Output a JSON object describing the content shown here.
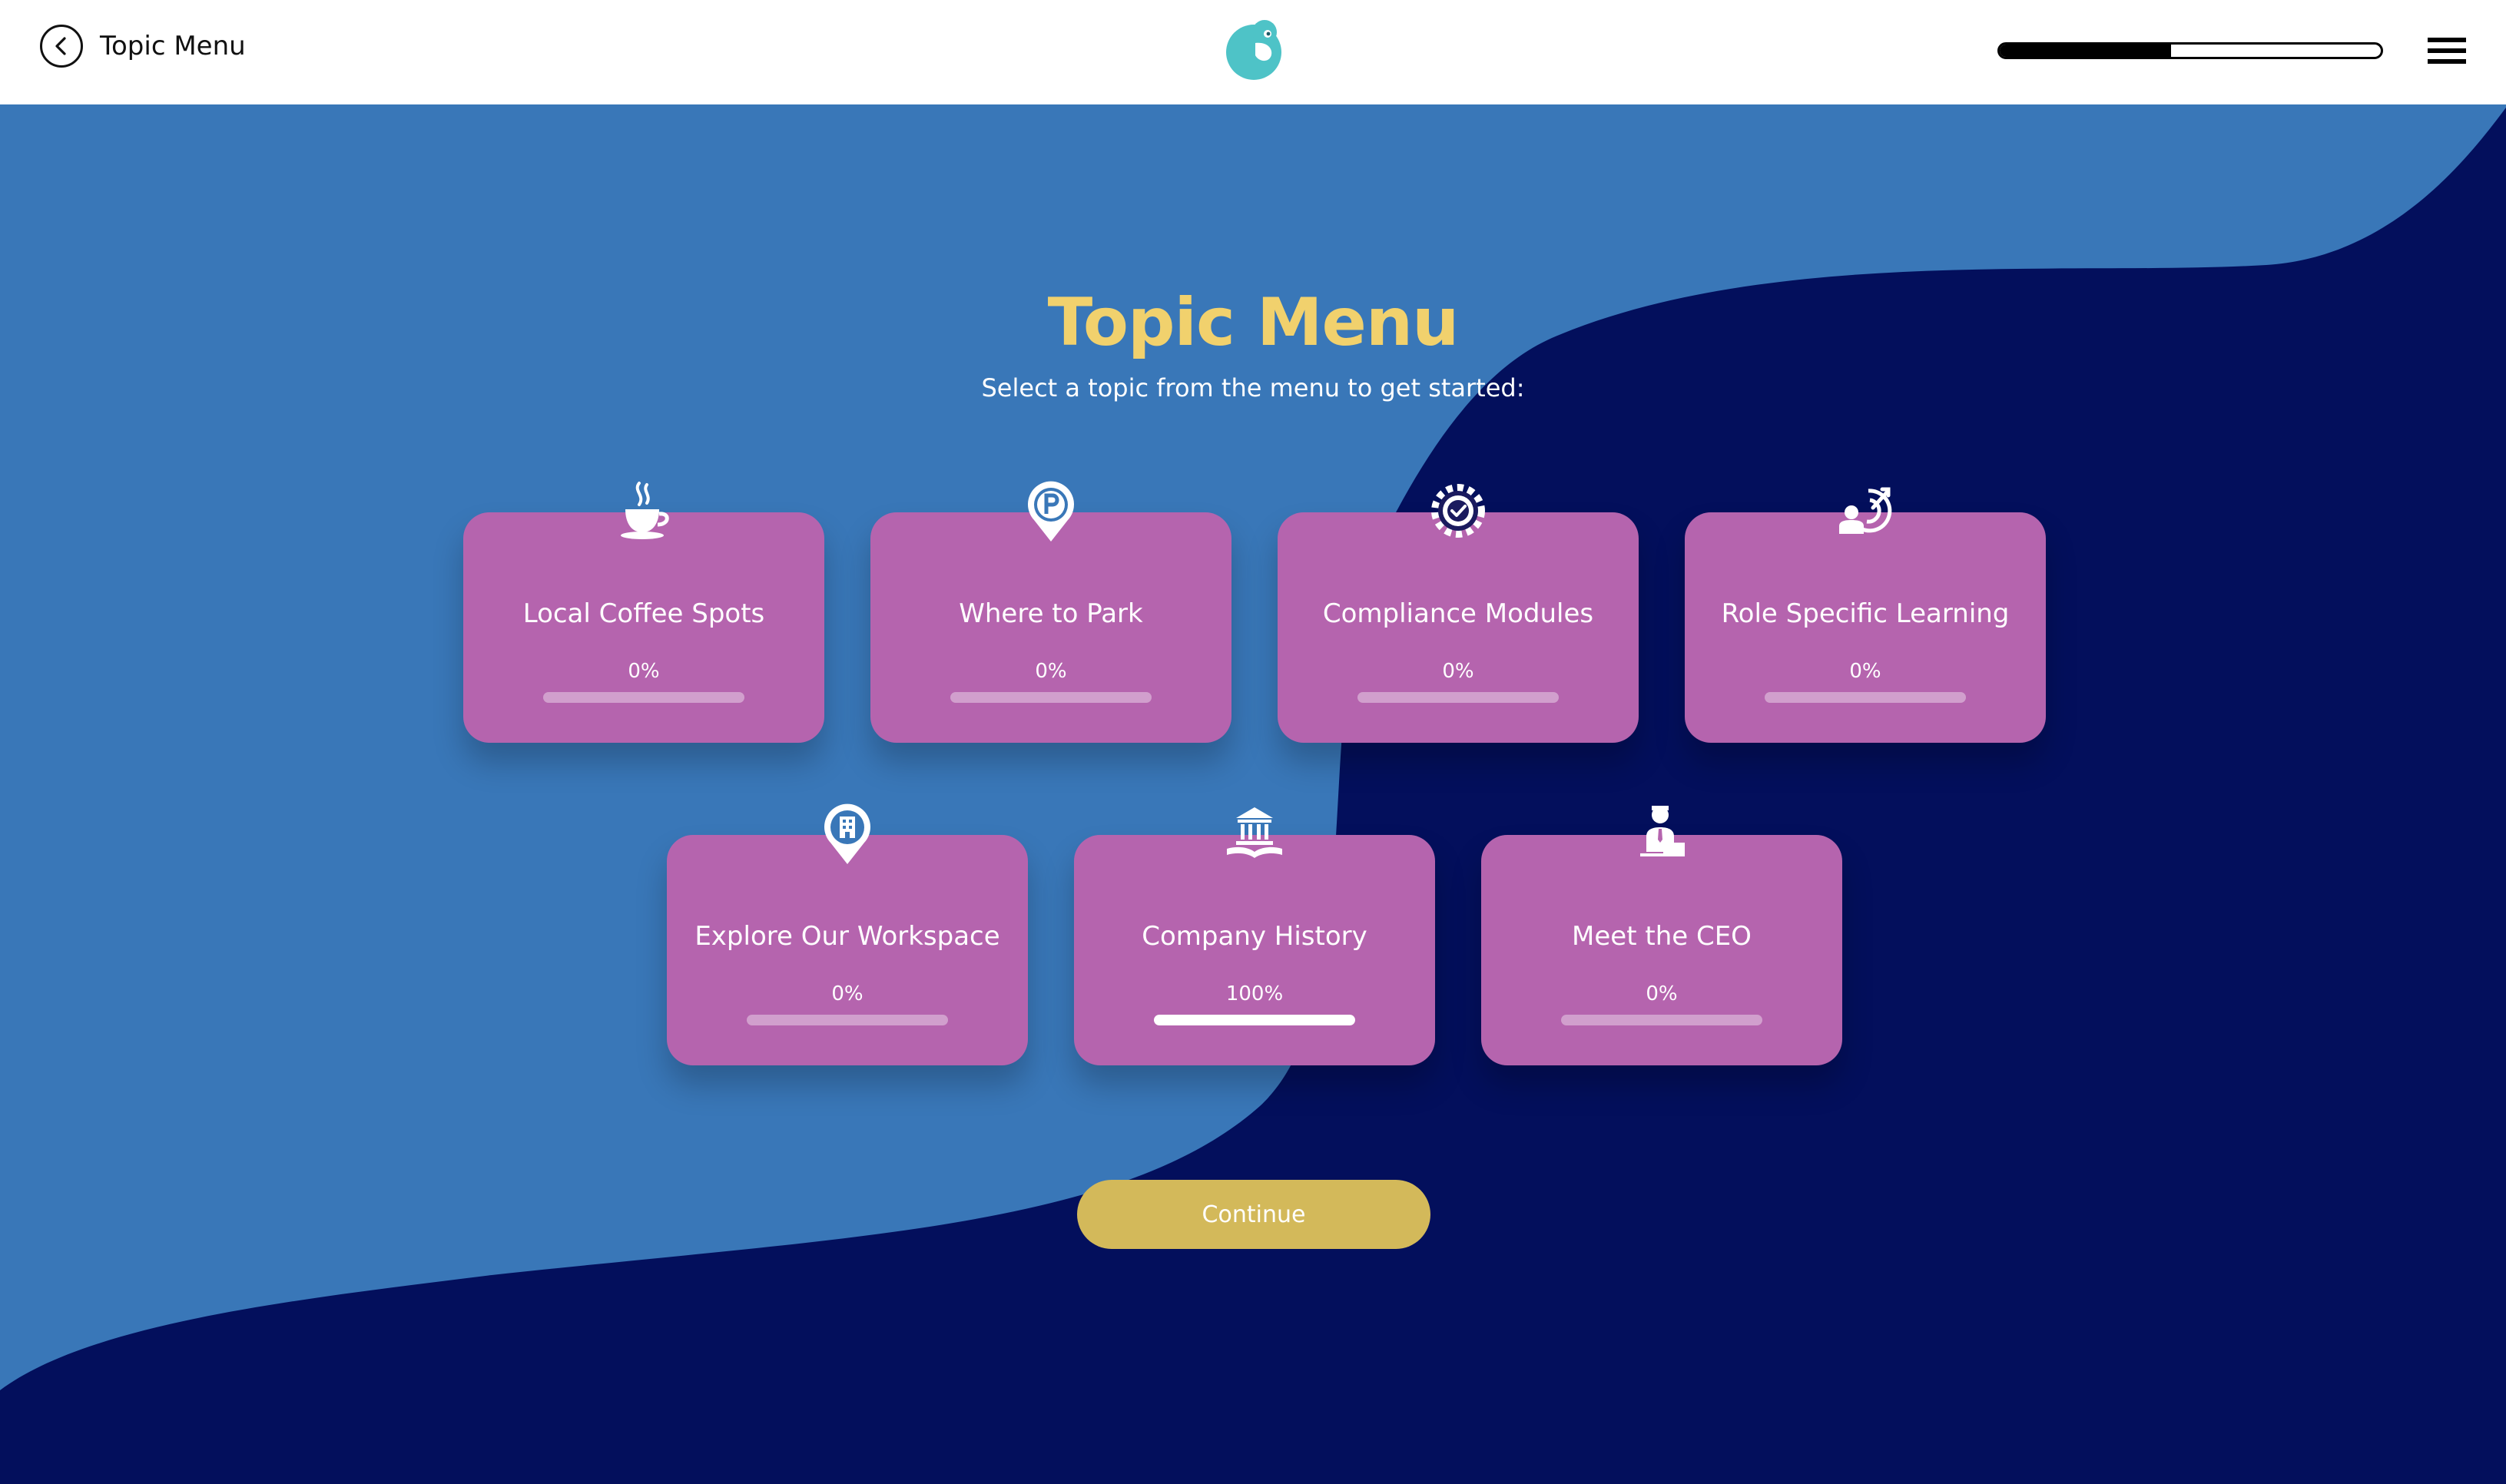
{
  "header": {
    "back_label": "Topic Menu",
    "course_progress": 0.45
  },
  "main": {
    "title": "Topic Menu",
    "subtitle": "Select a topic from the menu to get started:",
    "continue_label": "Continue"
  },
  "topics": [
    {
      "title": "Local Coffee Spots",
      "progress_label": "0%",
      "progress": 0,
      "icon": "coffee-cup-icon"
    },
    {
      "title": "Where to Park",
      "progress_label": "0%",
      "progress": 0,
      "icon": "parking-pin-icon"
    },
    {
      "title": "Compliance Modules",
      "progress_label": "0%",
      "progress": 0,
      "icon": "gear-check-icon"
    },
    {
      "title": "Role Specific Learning",
      "progress_label": "0%",
      "progress": 0,
      "icon": "person-target-icon"
    },
    {
      "title": "Explore Our Workspace",
      "progress_label": "0%",
      "progress": 0,
      "icon": "building-pin-icon"
    },
    {
      "title": "Company History",
      "progress_label": "100%",
      "progress": 1,
      "icon": "museum-book-icon"
    },
    {
      "title": "Meet the CEO",
      "progress_label": "0%",
      "progress": 0,
      "icon": "ceo-desk-icon"
    }
  ],
  "colors": {
    "light_blue": "#3977b8",
    "dark_navy": "#030f5c",
    "card": "#b564ae",
    "title_yellow": "#f1d16d",
    "button_gold": "#d3b95a",
    "logo_teal": "#4ec3c7"
  }
}
